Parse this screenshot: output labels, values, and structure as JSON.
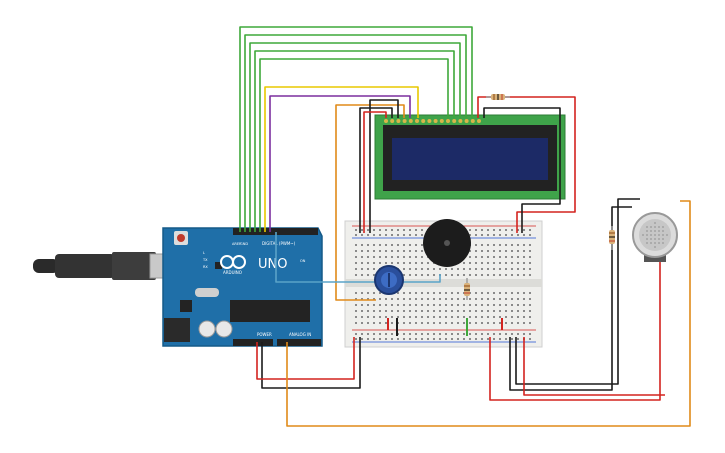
{
  "canvas": {
    "background": "#ffffff"
  },
  "arduino": {
    "board_color": "#1f6fa8",
    "logo_text": "UNO",
    "brand_text": "ARDUINO",
    "digital_label": "DIGITAL (PWM~)",
    "power_label": "POWER",
    "analog_label": "ANALOG IN",
    "aref_label": "AREF",
    "gnd_label": "GND",
    "tx_label": "TX",
    "rx_label": "RX",
    "l_label": "L",
    "on_label": "ON"
  },
  "lcd": {
    "pcb_color": "#3fa34a",
    "screen_color": "#1c2a66"
  },
  "breadboard": {
    "color": "#efefec"
  },
  "usb_cable": {
    "color": "#2c2c2c"
  },
  "components": {
    "potentiometer_icon": "potentiometer-icon",
    "buzzer_icon": "piezo-buzzer-icon",
    "gas_sensor_icon": "gas-sensor-icon",
    "resistor_icon": "resistor-icon"
  },
  "wire_colors": {
    "green": "#3ea83a",
    "yellow": "#e8c800",
    "purple": "#7b2f9e",
    "orange": "#e08a19",
    "red": "#d3231f",
    "black": "#1b1b1b",
    "blue": "#5aa3c8"
  }
}
